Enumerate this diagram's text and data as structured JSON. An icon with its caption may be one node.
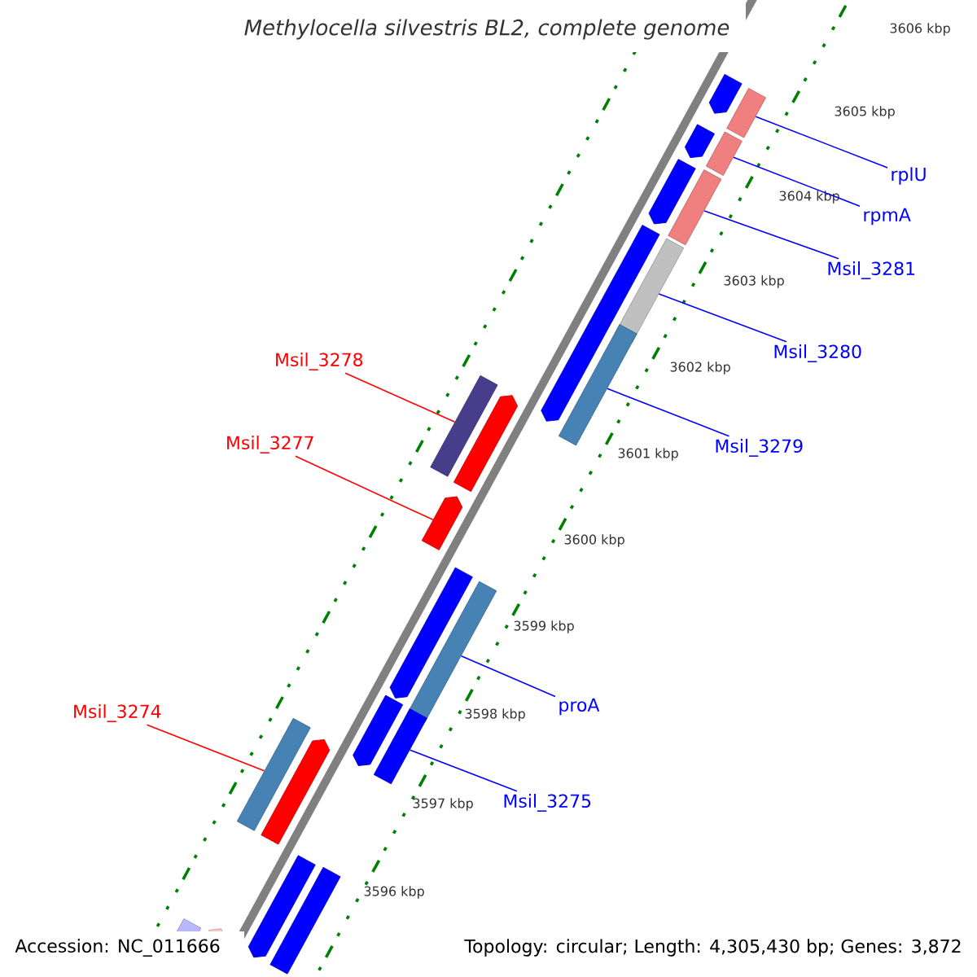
{
  "diagram": {
    "title": "Methylocella silvestris BL2, complete genome",
    "nodes": [
      {
        "text": [
          "rplU"
        ]
      },
      {
        "text": [],
        "shape": "bar"
      },
      {
        "text": [
          "rpmA"
        ]
      },
      {
        "text": [],
        "shape": "bar"
      },
      {
        "text": [
          "Msil_3281"
        ]
      },
      {
        "text": [],
        "shape": "bar"
      },
      {
        "text": [
          "Msil_3278"
        ]
      },
      {
        "text": [],
        "shape": "bar"
      },
      {
        "text": [
          "Msil_3280"
        ]
      },
      {
        "text": [],
        "shape": "bar"
      },
      {
        "text": [
          "Msil_3277"
        ]
      },
      {
        "text": [],
        "shape": "arrow"
      },
      {
        "text": [
          "Msil_3279"
        ]
      },
      {
        "text": [],
        "shape": "bar"
      },
      {
        "text": [
          "proA"
        ]
      },
      {
        "text": [],
        "shape": "bar"
      },
      {
        "text": [
          "Msil_3274"
        ]
      },
      {
        "text": [],
        "shape": "bar"
      },
      {
        "text": [
          "Msil_3275"
        ]
      },
      {
        "text": [],
        "shape": "bar"
      },
      {
        "text": [],
        "shape": "arrow"
      }
    ],
    "edges": [
      {
        "from": 0,
        "to": 1,
        "arrow": "none"
      },
      {
        "from": 2,
        "to": 3,
        "arrow": "none"
      },
      {
        "from": 4,
        "to": 5,
        "arrow": "none"
      },
      {
        "from": 6,
        "to": 7,
        "arrow": "none",
        "color": "#ff0000"
      },
      {
        "from": 8,
        "to": 9,
        "arrow": "none"
      },
      {
        "from": 10,
        "to": 11,
        "arrow": "none",
        "color": "#ff0000"
      },
      {
        "from": 12,
        "to": 13,
        "arrow": "none"
      },
      {
        "from": 14,
        "to": 15,
        "arrow": "none"
      },
      {
        "from": 16,
        "to": 17,
        "arrow": "none",
        "color": "#ff0000"
      },
      {
        "from": 18,
        "to": 19,
        "arrow": "none"
      }
    ],
    "labels": [
      "3606 kbp",
      "3605 kbp",
      "3604 kbp",
      "3603 kbp",
      "3602 kbp",
      "3601 kbp",
      "3600 kbp",
      "3599 kbp",
      "3598 kbp",
      "3597 kbp",
      "3596 kbp",
      "Accession: NC_011666",
      "Topology: circular; Length: 4,305,430 bp; Genes: 3,872"
    ]
  }
}
